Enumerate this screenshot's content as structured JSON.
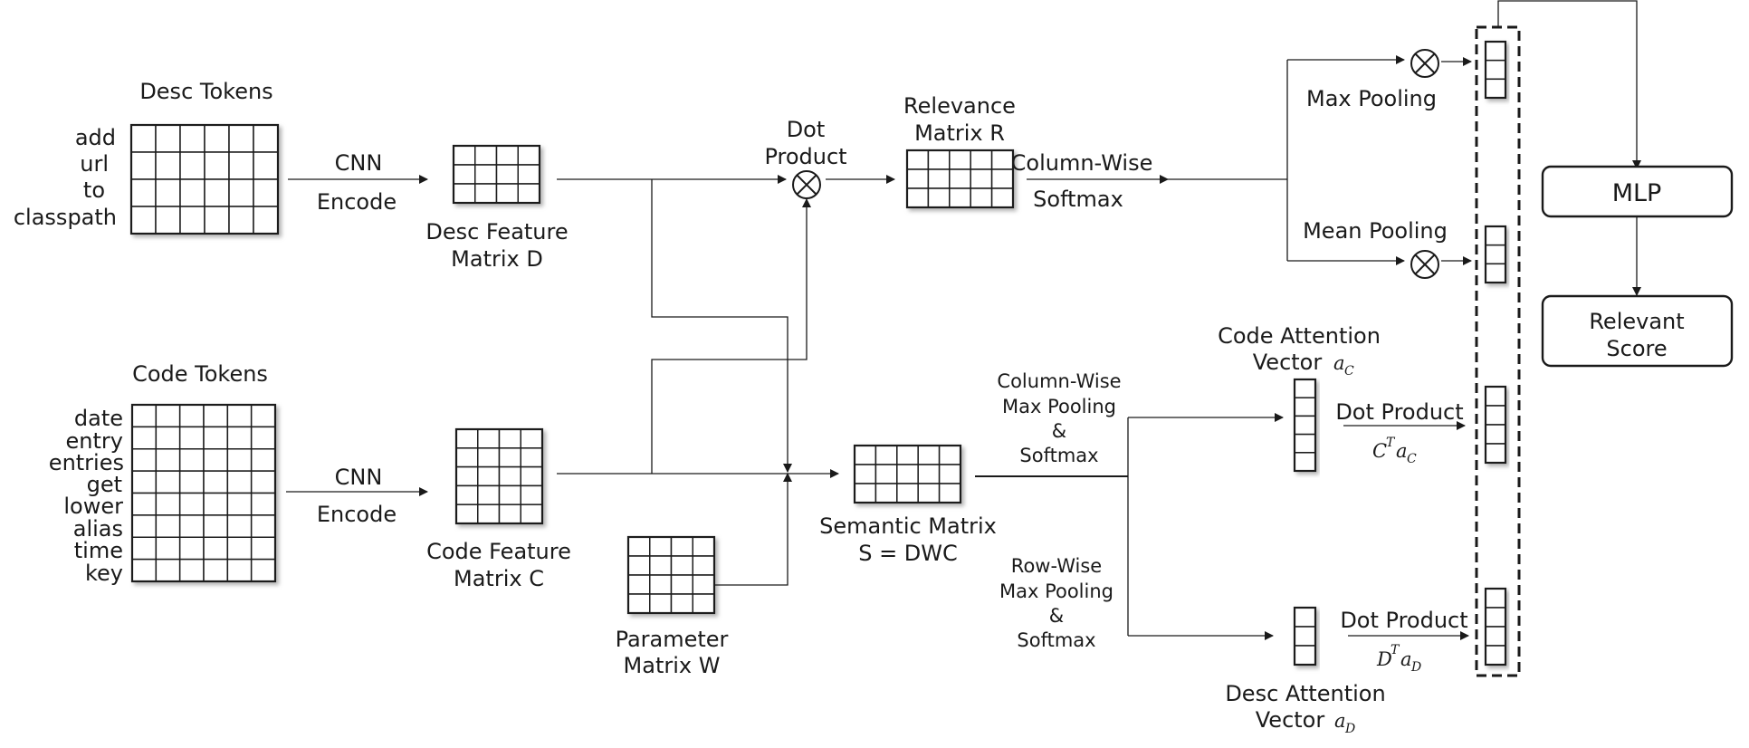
{
  "desc_tokens": {
    "title": "Desc Tokens",
    "words": [
      "add",
      "url",
      "to",
      "classpath"
    ]
  },
  "code_tokens": {
    "title": "Code Tokens",
    "words": [
      "date",
      "entry",
      "entries",
      "get",
      "lower",
      "alias",
      "time",
      "key"
    ]
  },
  "encode_desc": {
    "line1": "CNN",
    "line2": "Encode"
  },
  "encode_code": {
    "line1": "CNN",
    "line2": "Encode"
  },
  "desc_feature": {
    "line1": "Desc Feature",
    "line2": "Matrix D"
  },
  "code_feature": {
    "line1": "Code Feature",
    "line2": "Matrix C"
  },
  "param_matrix": {
    "line1": "Parameter",
    "line2": "Matrix W"
  },
  "dot_product": {
    "line1": "Dot",
    "line2": "Product"
  },
  "relevance": {
    "line1": "Relevance",
    "line2": "Matrix R"
  },
  "column_softmax": {
    "line1": "Column-Wise",
    "line2": "Softmax"
  },
  "semantic": {
    "line1": "Semantic Matrix",
    "line2": "S = DWC"
  },
  "max_pooling": "Max Pooling",
  "mean_pooling": "Mean Pooling",
  "col_pool": {
    "line1": "Column-Wise",
    "line2": "Max Pooling",
    "line3": "&",
    "line4": "Softmax"
  },
  "row_pool": {
    "line1": "Row-Wise",
    "line2": "Max Pooling",
    "line3": "&",
    "line4": "Softmax"
  },
  "code_attention": {
    "line1": "Code Attention",
    "line2": "Vector",
    "symbol": "a",
    "subscript": "C"
  },
  "desc_attention": {
    "line1": "Desc Attention",
    "line2": "Vector",
    "symbol": "a",
    "subscript": "D"
  },
  "code_dot": {
    "label": "Dot Product",
    "base": "C",
    "sup": "T",
    "symbol": "a",
    "subscript": "C"
  },
  "desc_dot": {
    "label": "Dot Product",
    "base": "D",
    "sup": "T",
    "symbol": "a",
    "subscript": "D"
  },
  "mlp": "MLP",
  "relevant_score": {
    "line1": "Relevant",
    "line2": "Score"
  },
  "colors": {
    "stroke": "#1a1a1a",
    "background": "#ffffff",
    "shadow": "#9a9a9a"
  }
}
